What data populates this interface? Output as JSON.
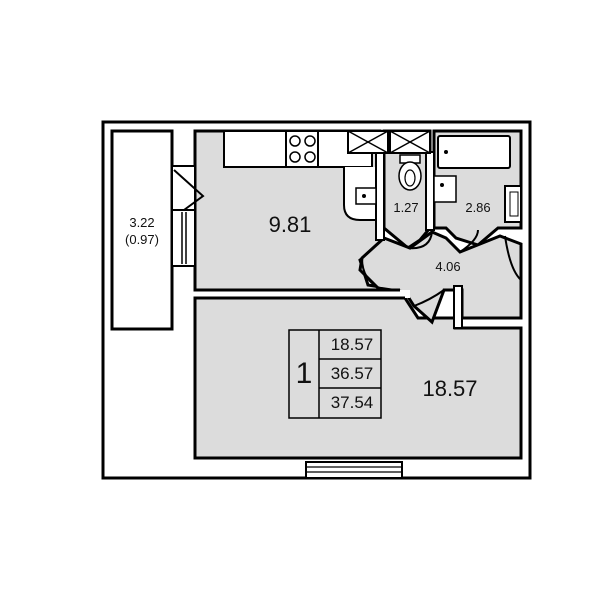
{
  "plan": {
    "colors": {
      "room_fill": "#dcdcdc",
      "wall": "#000000",
      "background": "#ffffff"
    },
    "rooms": {
      "balcony": {
        "area": "3.22",
        "area_reduced": "(0.97)"
      },
      "kitchen": {
        "area": "9.81"
      },
      "toilet": {
        "area": "1.27"
      },
      "bathroom": {
        "area": "2.86"
      },
      "hall": {
        "area": "4.06"
      },
      "living_room": {
        "area": "18.57"
      }
    },
    "summary": {
      "rooms_count": "1",
      "living_area": "18.57",
      "total_area": "36.57",
      "total_area_with_balcony": "37.54"
    },
    "icons": [
      "stove-icon",
      "sink-icon",
      "toilet-icon",
      "bathtub-icon",
      "washbasin-icon",
      "ventilation-shaft-icon",
      "window-icon",
      "door-swing-icon"
    ]
  }
}
